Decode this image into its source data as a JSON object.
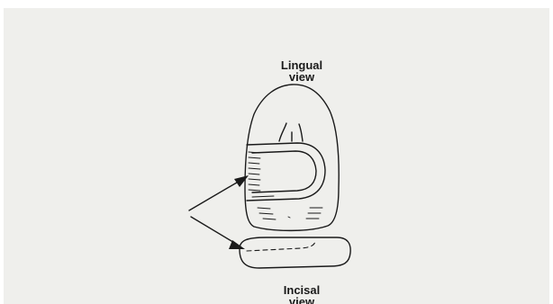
{
  "labels": {
    "lingual": {
      "line1": "Lingual",
      "line2": "view"
    },
    "incisal": {
      "line1": "Incisal",
      "line2": "view"
    }
  },
  "colors": {
    "paper": "#efefec",
    "border": "#ffffff",
    "ink": "#1a1a1a"
  }
}
